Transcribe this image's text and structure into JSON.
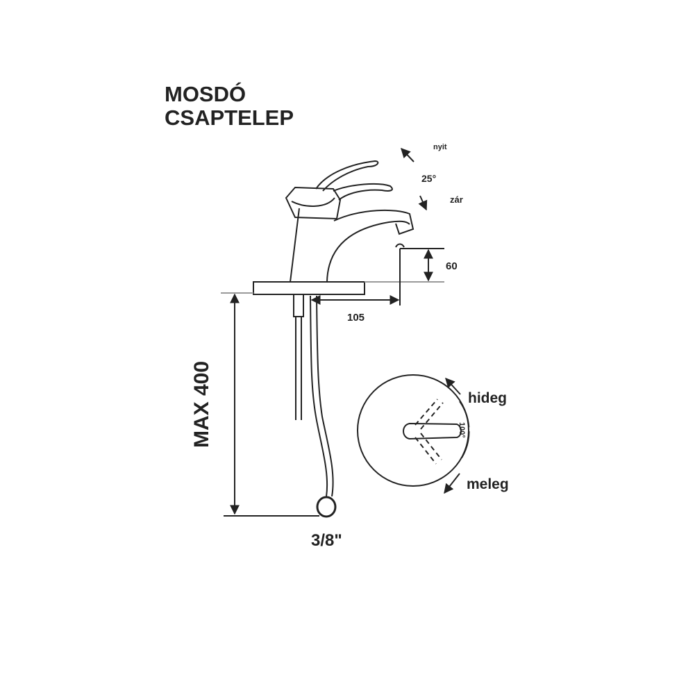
{
  "title": {
    "line1": "MOSDÓ",
    "line2": "CSAPTELEP"
  },
  "lever": {
    "open_label": "nyit",
    "angle_label": "25°",
    "close_label": "zár"
  },
  "dimensions": {
    "spout_height": "60",
    "spout_reach": "105",
    "hose_length": "MAX 400",
    "connection": "3/8\""
  },
  "rotation": {
    "cold_label": "hideg",
    "hot_label": "meleg",
    "angle_label": "100°"
  },
  "colors": {
    "line": "#222222"
  }
}
